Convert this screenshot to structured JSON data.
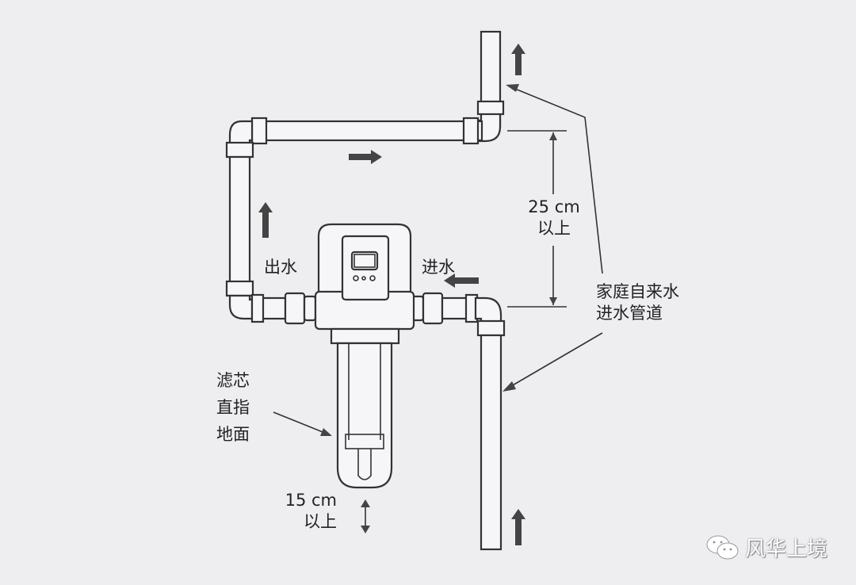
{
  "labels": {
    "outlet": "出水",
    "inlet": "进水",
    "height_top_value": "25 cm",
    "height_top_suffix": "以上",
    "mains_line1": "家庭自来水",
    "mains_line2": "进水管道",
    "cartridge_line1": "滤芯",
    "cartridge_line2": "直指",
    "cartridge_line3": "地面",
    "height_bottom_value": "15 cm",
    "height_bottom_suffix": "以上"
  },
  "watermark": {
    "icon": "wechat-icon",
    "text": "风华上境"
  }
}
